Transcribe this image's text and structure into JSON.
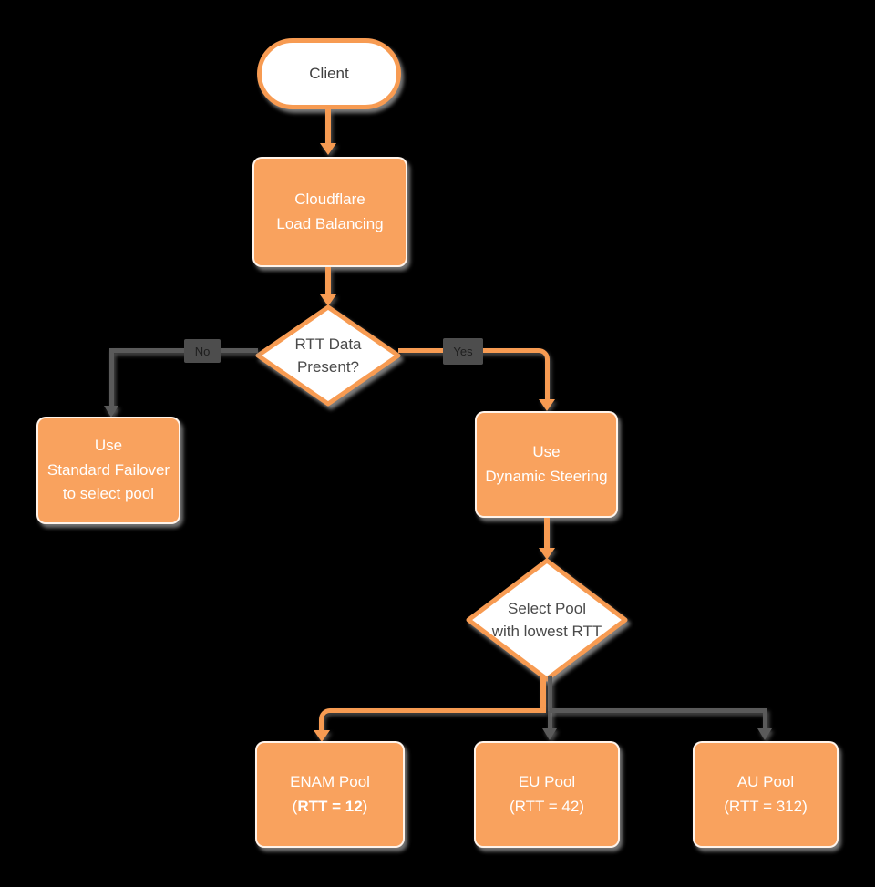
{
  "colors": {
    "background": "#000000",
    "node_fill": "#F9A25E",
    "node_stroke": "#F79B52",
    "gray_line": "#5A5A5A",
    "label_chip_bg": "#4D4D4D",
    "dark_text": "#4A4A4A",
    "white_text": "#FFFFFF",
    "shadow": "#9E9E9E"
  },
  "nodes": {
    "client": {
      "label": "Client"
    },
    "load_balancing": {
      "line1": "Cloudflare",
      "line2": "Load Balancing"
    },
    "rtt_decision": {
      "line1": "RTT Data",
      "line2": "Present?"
    },
    "standard_failover": {
      "line1": "Use",
      "line2": "Standard Failover",
      "line3": "to select pool"
    },
    "dynamic_steering": {
      "line1": "Use",
      "line2": "Dynamic Steering"
    },
    "select_pool": {
      "line1": "Select Pool",
      "line2": "with lowest RTT"
    },
    "enam_pool": {
      "line1": "ENAM Pool",
      "paren_open": "(",
      "rtt_bold": "RTT = 12",
      "paren_close": ")"
    },
    "eu_pool": {
      "line1": "EU Pool",
      "line2": "(RTT = 42)"
    },
    "au_pool": {
      "line1": "AU Pool",
      "line2": "(RTT = 312)"
    }
  },
  "edge_labels": {
    "no": "No",
    "yes": "Yes"
  }
}
